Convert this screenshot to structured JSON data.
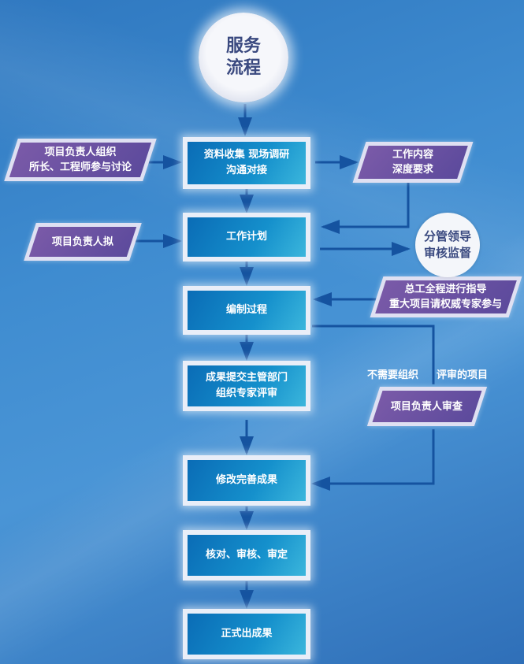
{
  "title": {
    "line1": "服务",
    "line2": "流程"
  },
  "main_steps": [
    {
      "line1": "资料收集 现场调研",
      "line2": "沟通对接"
    },
    {
      "line1": "工作计划",
      "line2": ""
    },
    {
      "line1": "编制过程",
      "line2": ""
    },
    {
      "line1": "成果提交主管部门",
      "line2": "组织专家评审"
    },
    {
      "line1": "修改完善成果",
      "line2": ""
    },
    {
      "line1": "核对、审核、审定",
      "line2": ""
    },
    {
      "line1": "正式出成果",
      "line2": ""
    }
  ],
  "side_inputs": {
    "organize": {
      "line1": "项目负责人组织",
      "line2": "所长、工程师参与讨论"
    },
    "draft": {
      "line1": "项目负责人拟"
    },
    "requirements": {
      "line1": "工作内容",
      "line2": "深度要求"
    },
    "guidance": {
      "line1": "总工全程进行指导",
      "line2": "重大项目请权威专家参与"
    },
    "review": {
      "line1": "项目负责人审查"
    }
  },
  "supervision": {
    "line1": "分管领导",
    "line2": "审核监督"
  },
  "branch_label": {
    "left": "不需要组织",
    "right": "评审的项目"
  },
  "colors": {
    "main_box": "#1590cc",
    "side_box": "#6a52a2",
    "arrow": "#1553a0",
    "title_text": "#3b4a80"
  }
}
